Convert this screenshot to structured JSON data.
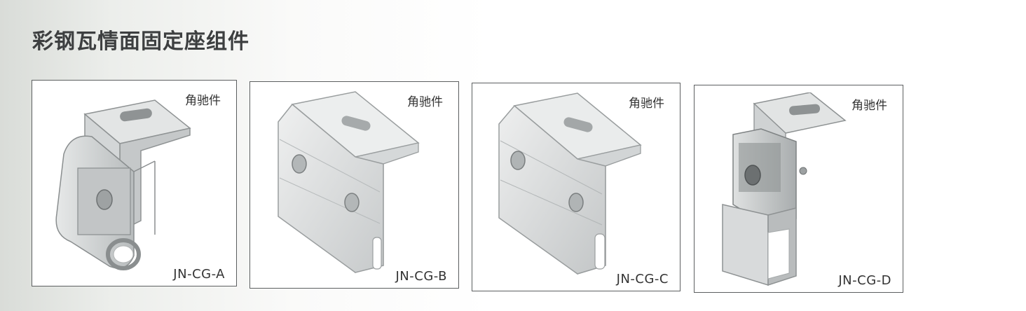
{
  "page": {
    "title": "彩钢瓦情面固定座组件"
  },
  "products": [
    {
      "part_label": "角驰件",
      "code": "JN-CG-A"
    },
    {
      "part_label": "角驰件",
      "code": "JN-CG-B"
    },
    {
      "part_label": "角驰件",
      "code": "JN-CG-C"
    },
    {
      "part_label": "角驰件",
      "code": "JN-CG-D"
    }
  ],
  "colors": {
    "title": "#3d3f40",
    "border": "#5c5f60",
    "metal_light": "#e8eaea",
    "metal_mid": "#c9cccd",
    "metal_dark": "#9a9e9f"
  },
  "icons": [
    "bracket-a-image",
    "bracket-b-image",
    "bracket-c-image",
    "bracket-d-image"
  ]
}
